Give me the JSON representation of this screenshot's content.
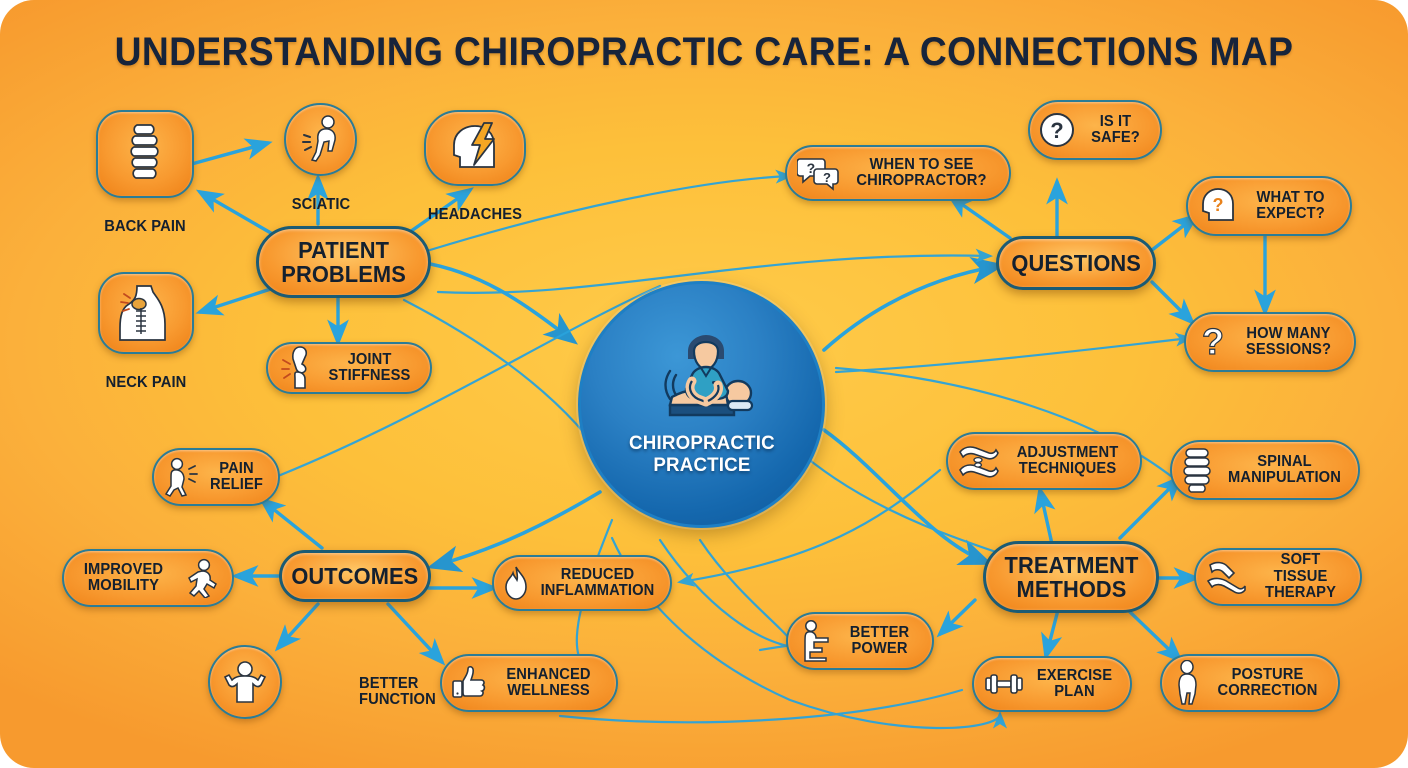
{
  "title": "UNDERSTANDING CHIROPRACTIC CARE: A CONNECTIONS MAP",
  "colors": {
    "background_outer": "#F79A2E",
    "background_inner": "#FFCB4A",
    "node_fill": "#F89A30",
    "node_border": "#2B7C96",
    "connector": "#2AA3DC",
    "center_fill": "#1568AE",
    "text_dark": "#14202F",
    "text_light": "#FFFFFF"
  },
  "center": {
    "line1": "CHIROPRACTIC",
    "line2": "PRACTICE",
    "icon": "chiropractor-adjusting-patient-icon"
  },
  "hubs": [
    {
      "id": "patient_problems",
      "label": "PATIENT\nPROBLEMS"
    },
    {
      "id": "questions",
      "label": "QUESTIONS"
    },
    {
      "id": "treatment_methods",
      "label": "TREATMENT\nMETHODS"
    },
    {
      "id": "outcomes",
      "label": "OUTCOMES"
    }
  ],
  "nodes": {
    "back_pain": {
      "label": "BACK PAIN",
      "icon": "spine-vertebrae-icon"
    },
    "sciatic": {
      "label": "SCIATIC",
      "icon": "person-back-pain-icon"
    },
    "headaches": {
      "label": "HEADACHES",
      "icon": "head-lightning-icon"
    },
    "neck_pain": {
      "label": "NECK PAIN",
      "icon": "neck-spine-icon"
    },
    "joint_stiffness": {
      "label": "JOINT\nSTIFFNESS",
      "icon": "knee-joint-icon"
    },
    "when_to_see": {
      "label": "WHEN TO SEE\nCHIROPRACTOR?",
      "icon": "two-speech-bubbles-question-icon"
    },
    "is_it_safe": {
      "label": "IS IT\nSAFE?",
      "icon": "question-circle-icon"
    },
    "what_to_expect": {
      "label": "WHAT TO\nEXPECT?",
      "icon": "head-question-icon"
    },
    "how_many_sessions": {
      "label": "HOW MANY\nSESSIONS?",
      "icon": "question-mark-icon"
    },
    "adjustment_techniques": {
      "label": "ADJUSTMENT\nTECHNIQUES",
      "icon": "hands-adjusting-icon"
    },
    "spinal_manipulation": {
      "label": "SPINAL\nMANIPULATION",
      "icon": "spine-icon"
    },
    "soft_tissue_therapy": {
      "label": "SOFT TISSUE\nTHERAPY",
      "icon": "massage-hands-icon"
    },
    "exercise_plan": {
      "label": "EXERCISE\nPLAN",
      "icon": "dumbbell-icon"
    },
    "posture_correction": {
      "label": "POSTURE\nCORRECTION",
      "icon": "standing-posture-icon"
    },
    "pain_relief": {
      "label": "PAIN\nRELIEF",
      "icon": "walking-person-relief-icon"
    },
    "improved_mobility": {
      "label": "IMPROVED\nMOBILITY",
      "icon": "running-person-icon"
    },
    "better_function": {
      "label": "BETTER\nFUNCTION",
      "icon": "strong-person-icon"
    },
    "reduced_inflammation": {
      "label": "REDUCED\nINFLAMMATION",
      "icon": "flame-icon"
    },
    "enhanced_wellness": {
      "label": "ENHANCED\nWELLNESS",
      "icon": "thumbs-up-icon"
    },
    "better_power": {
      "label": "BETTER\nPOWER",
      "icon": "kneeling-person-icon"
    }
  },
  "connections": [
    {
      "from": "patient_problems",
      "to": "back_pain"
    },
    {
      "from": "patient_problems",
      "to": "sciatic"
    },
    {
      "from": "patient_problems",
      "to": "neck_pain"
    },
    {
      "from": "patient_problems",
      "to": "joint_stiffness"
    },
    {
      "from": "patient_problems",
      "to": "headaches"
    },
    {
      "from": "back_pain",
      "to": "sciatic"
    },
    {
      "from": "patient_problems",
      "to": "center"
    },
    {
      "from": "center",
      "to": "questions"
    },
    {
      "from": "questions",
      "to": "when_to_see"
    },
    {
      "from": "questions",
      "to": "is_it_safe"
    },
    {
      "from": "questions",
      "to": "what_to_expect"
    },
    {
      "from": "questions",
      "to": "how_many_sessions"
    },
    {
      "from": "what_to_expect",
      "to": "how_many_sessions"
    },
    {
      "from": "treatment_methods",
      "to": "adjustment_techniques"
    },
    {
      "from": "treatment_methods",
      "to": "spinal_manipulation"
    },
    {
      "from": "treatment_methods",
      "to": "soft_tissue_therapy"
    },
    {
      "from": "treatment_methods",
      "to": "exercise_plan"
    },
    {
      "from": "treatment_methods",
      "to": "posture_correction"
    },
    {
      "from": "treatment_methods",
      "to": "center"
    },
    {
      "from": "outcomes",
      "to": "pain_relief"
    },
    {
      "from": "outcomes",
      "to": "improved_mobility"
    },
    {
      "from": "outcomes",
      "to": "better_function"
    },
    {
      "from": "outcomes",
      "to": "reduced_inflammation"
    },
    {
      "from": "outcomes",
      "to": "enhanced_wellness"
    },
    {
      "from": "center",
      "to": "outcomes"
    },
    {
      "from": "treatment_methods",
      "to": "better_power"
    },
    {
      "from": "center",
      "to": "better_power"
    },
    {
      "from": "center",
      "to": "reduced_inflammation"
    },
    {
      "from": "center",
      "to": "enhanced_wellness"
    }
  ]
}
